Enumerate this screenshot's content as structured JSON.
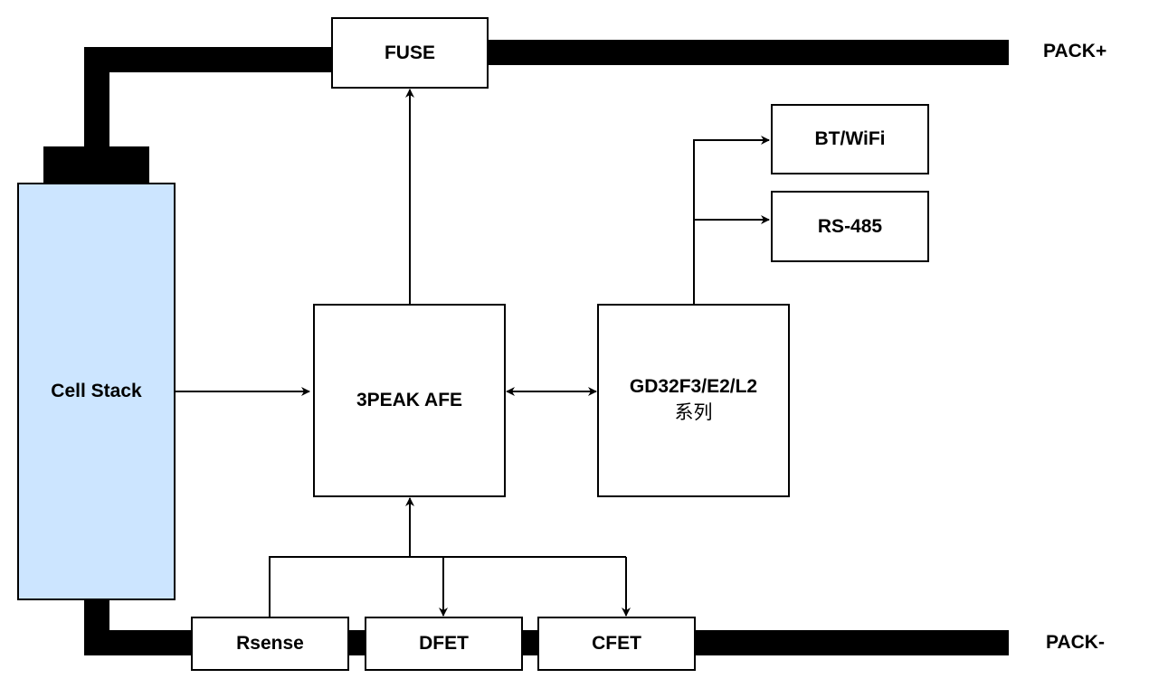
{
  "blocks": {
    "fuse": "FUSE",
    "bt_wifi": "BT/WiFi",
    "rs485": "RS-485",
    "cell_stack": "Cell Stack",
    "afe": "3PEAK AFE",
    "mcu": "GD32F3/E2/L2",
    "mcu_sub": "系列",
    "rsense": "Rsense",
    "dfet": "DFET",
    "cfet": "CFET"
  },
  "terminals": {
    "pack_plus": "PACK+",
    "pack_minus": "PACK-"
  },
  "colors": {
    "cell_fill": "#cce5ff",
    "line": "#000000"
  }
}
